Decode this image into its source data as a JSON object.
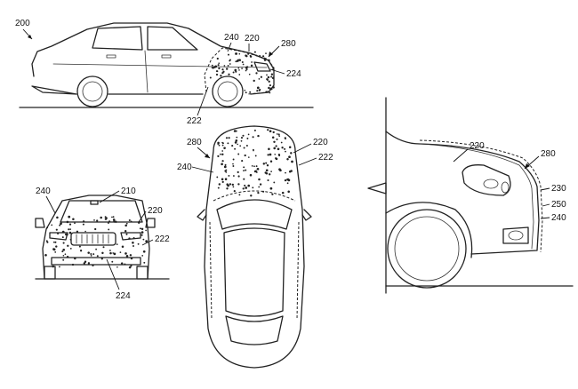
{
  "figure": {
    "side_view": {
      "labels": {
        "car": "200",
        "material": "240",
        "panel": "220",
        "assembly": "280",
        "headlamp": "224",
        "fender": "222"
      }
    },
    "front_view": {
      "labels": {
        "material": "240",
        "windshield": "210",
        "panel": "220",
        "fender": "222",
        "grille": "224"
      }
    },
    "top_view": {
      "labels": {
        "assembly": "280",
        "material": "240",
        "panel": "220",
        "fender": "222"
      }
    },
    "detail_view": {
      "labels": {
        "panel": "220",
        "assembly": "280",
        "outer_layer": "230",
        "middle_layer": "250",
        "inner_layer": "240"
      }
    }
  }
}
